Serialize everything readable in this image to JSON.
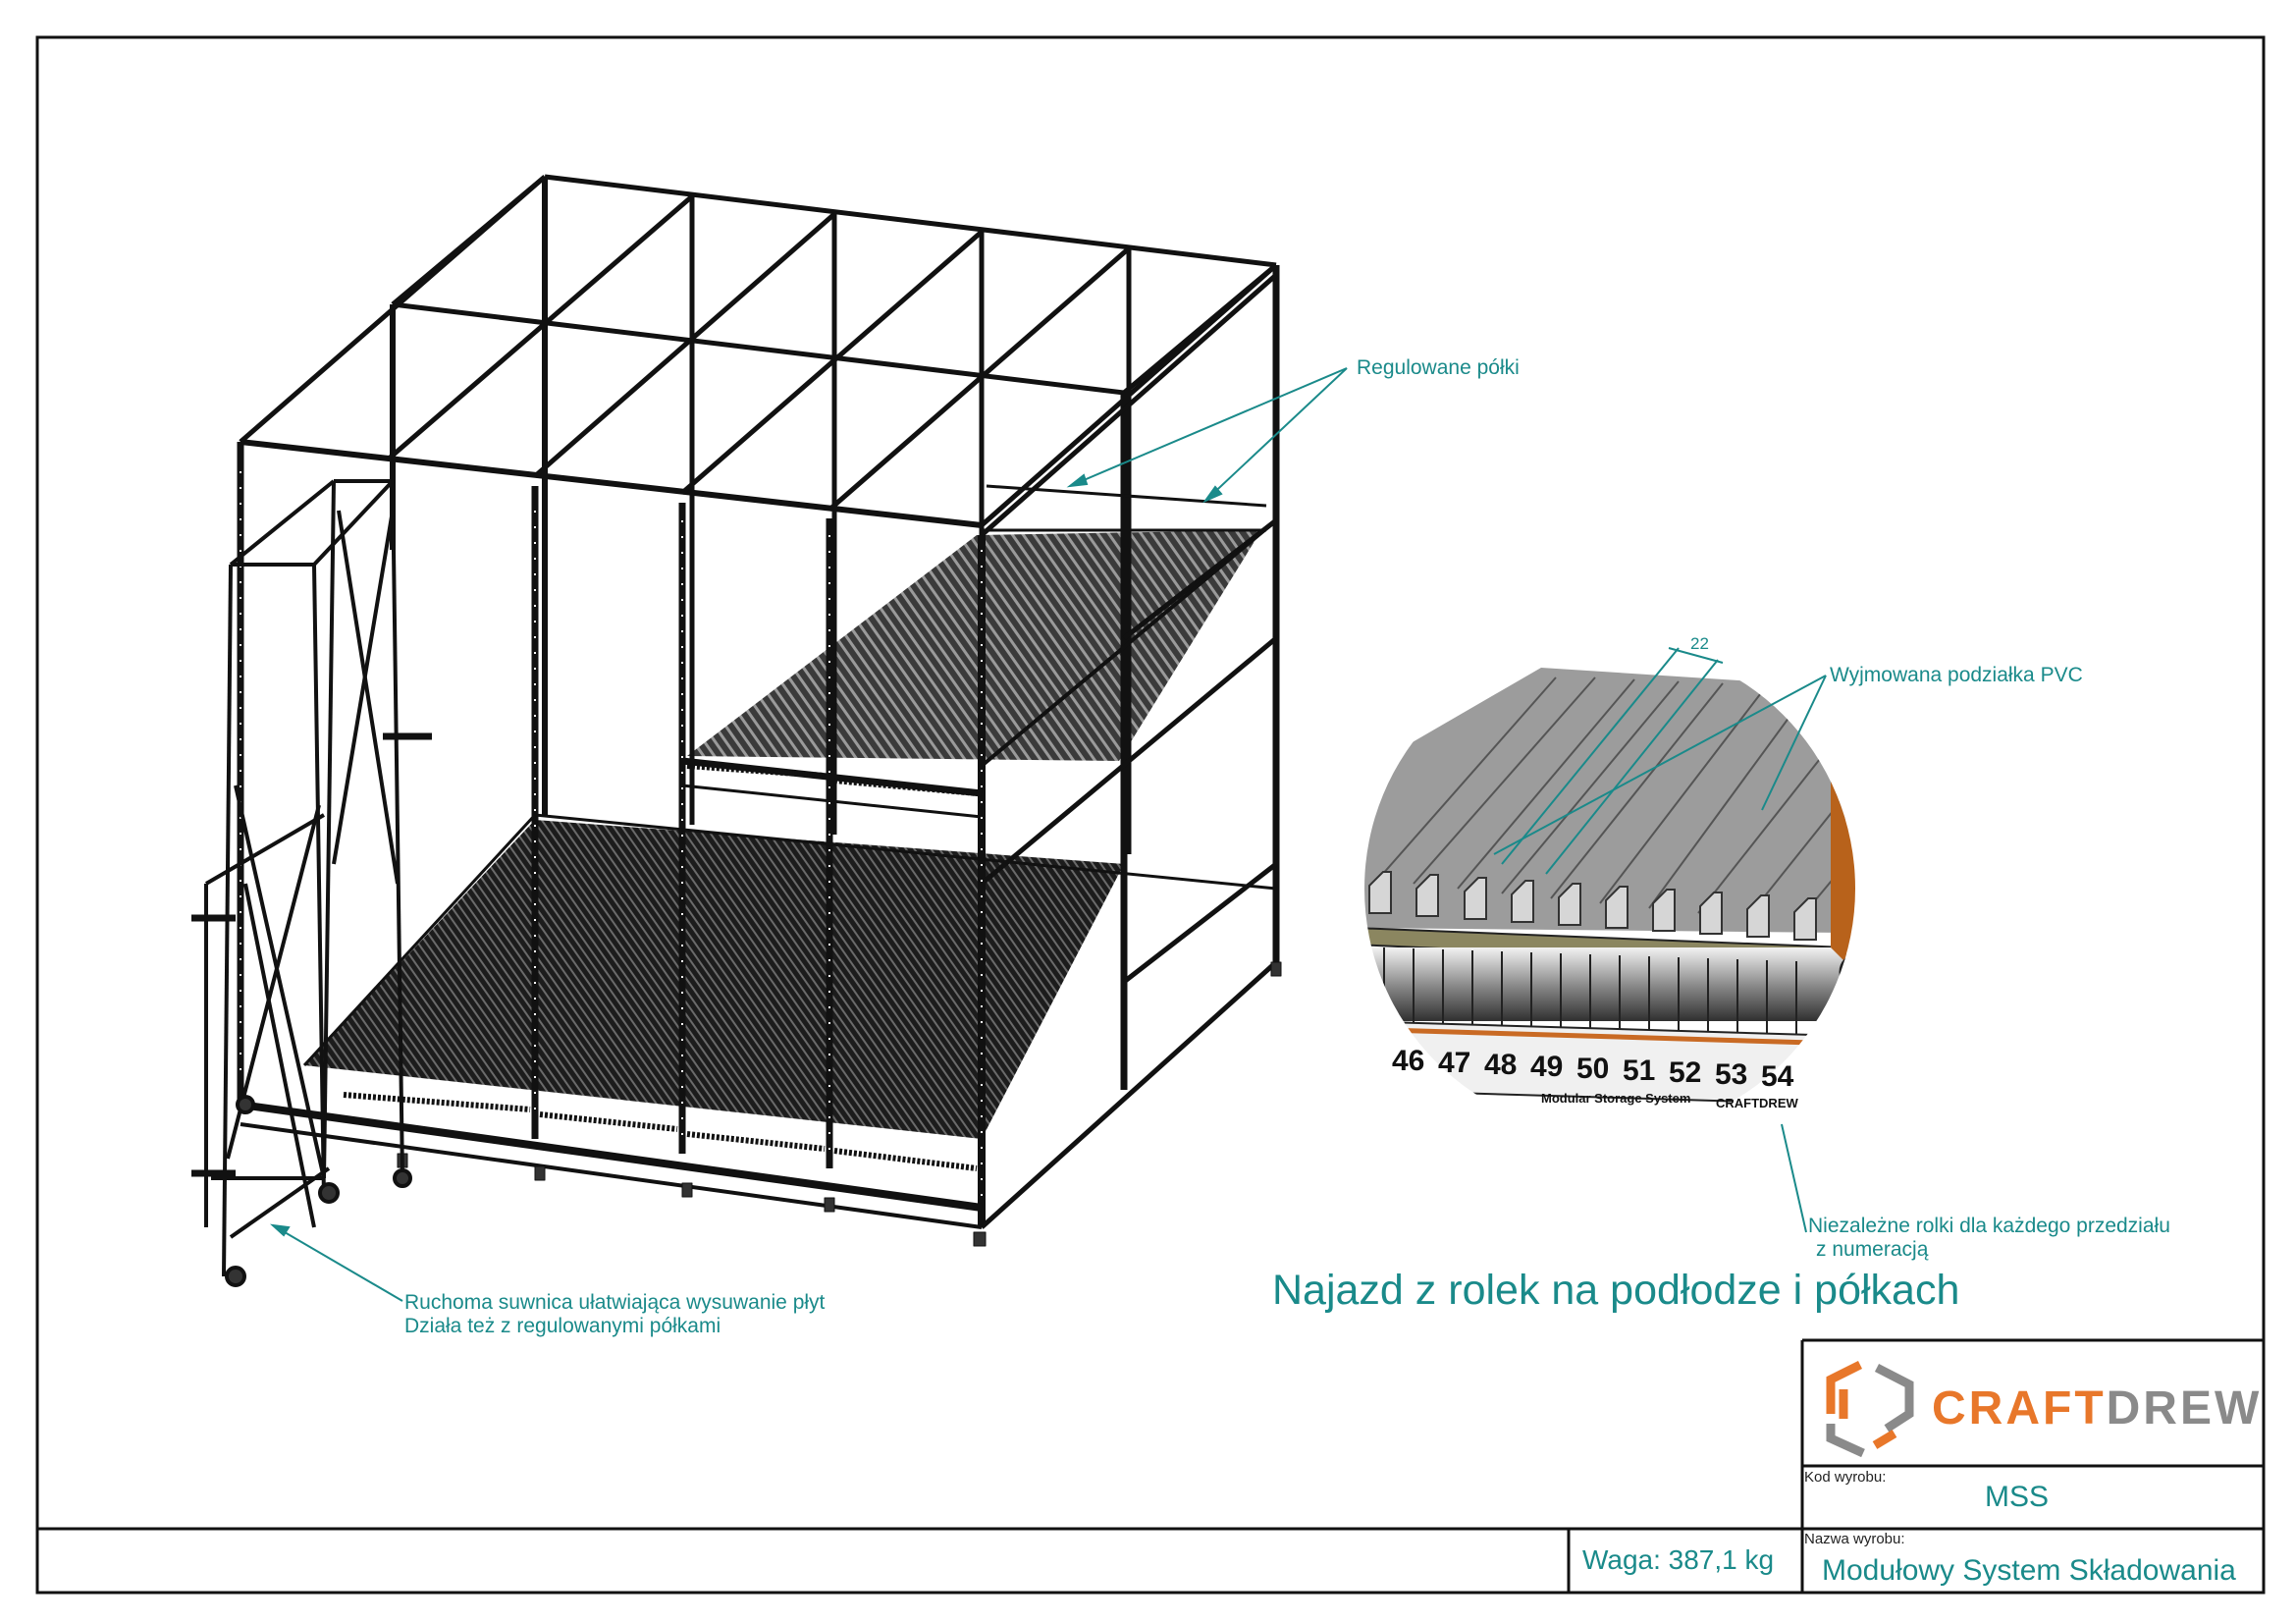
{
  "annotations": {
    "adjustable_shelves": "Regulowane półki",
    "pvc_divider": "Wyjmowana podziałka PVC",
    "dimension_22": "22",
    "rollers_line1": "Niezależne rolki dla każdego przedziału",
    "rollers_line2": "z numeracją",
    "gantry_line1": "Ruchoma suwnica ułatwiająca wysuwanie płyt",
    "gantry_line2": "Działa też z regulowanymi półkami",
    "headline": "Najazd z rolek na podłodze i półkach"
  },
  "detail": {
    "roller_numbers": [
      "46",
      "47",
      "48",
      "49",
      "50",
      "51",
      "52",
      "53",
      "54"
    ],
    "strip_text": "Modular Storage System",
    "strip_brand": "CRAFTDREW"
  },
  "title_block": {
    "logo_part1": "CRAFT",
    "logo_part2": "DREW",
    "code_label": "Kod wyrobu:",
    "code_value": "MSS",
    "name_label": "Nazwa wyrobu:",
    "name_value": "Modułowy System Składowania",
    "weight": "Waga: 387,1 kg"
  },
  "colors": {
    "accent": "#1a8a8a",
    "logo_orange": "#e8772a",
    "logo_gray": "#8a8a8a",
    "wood": "#b8621b"
  }
}
